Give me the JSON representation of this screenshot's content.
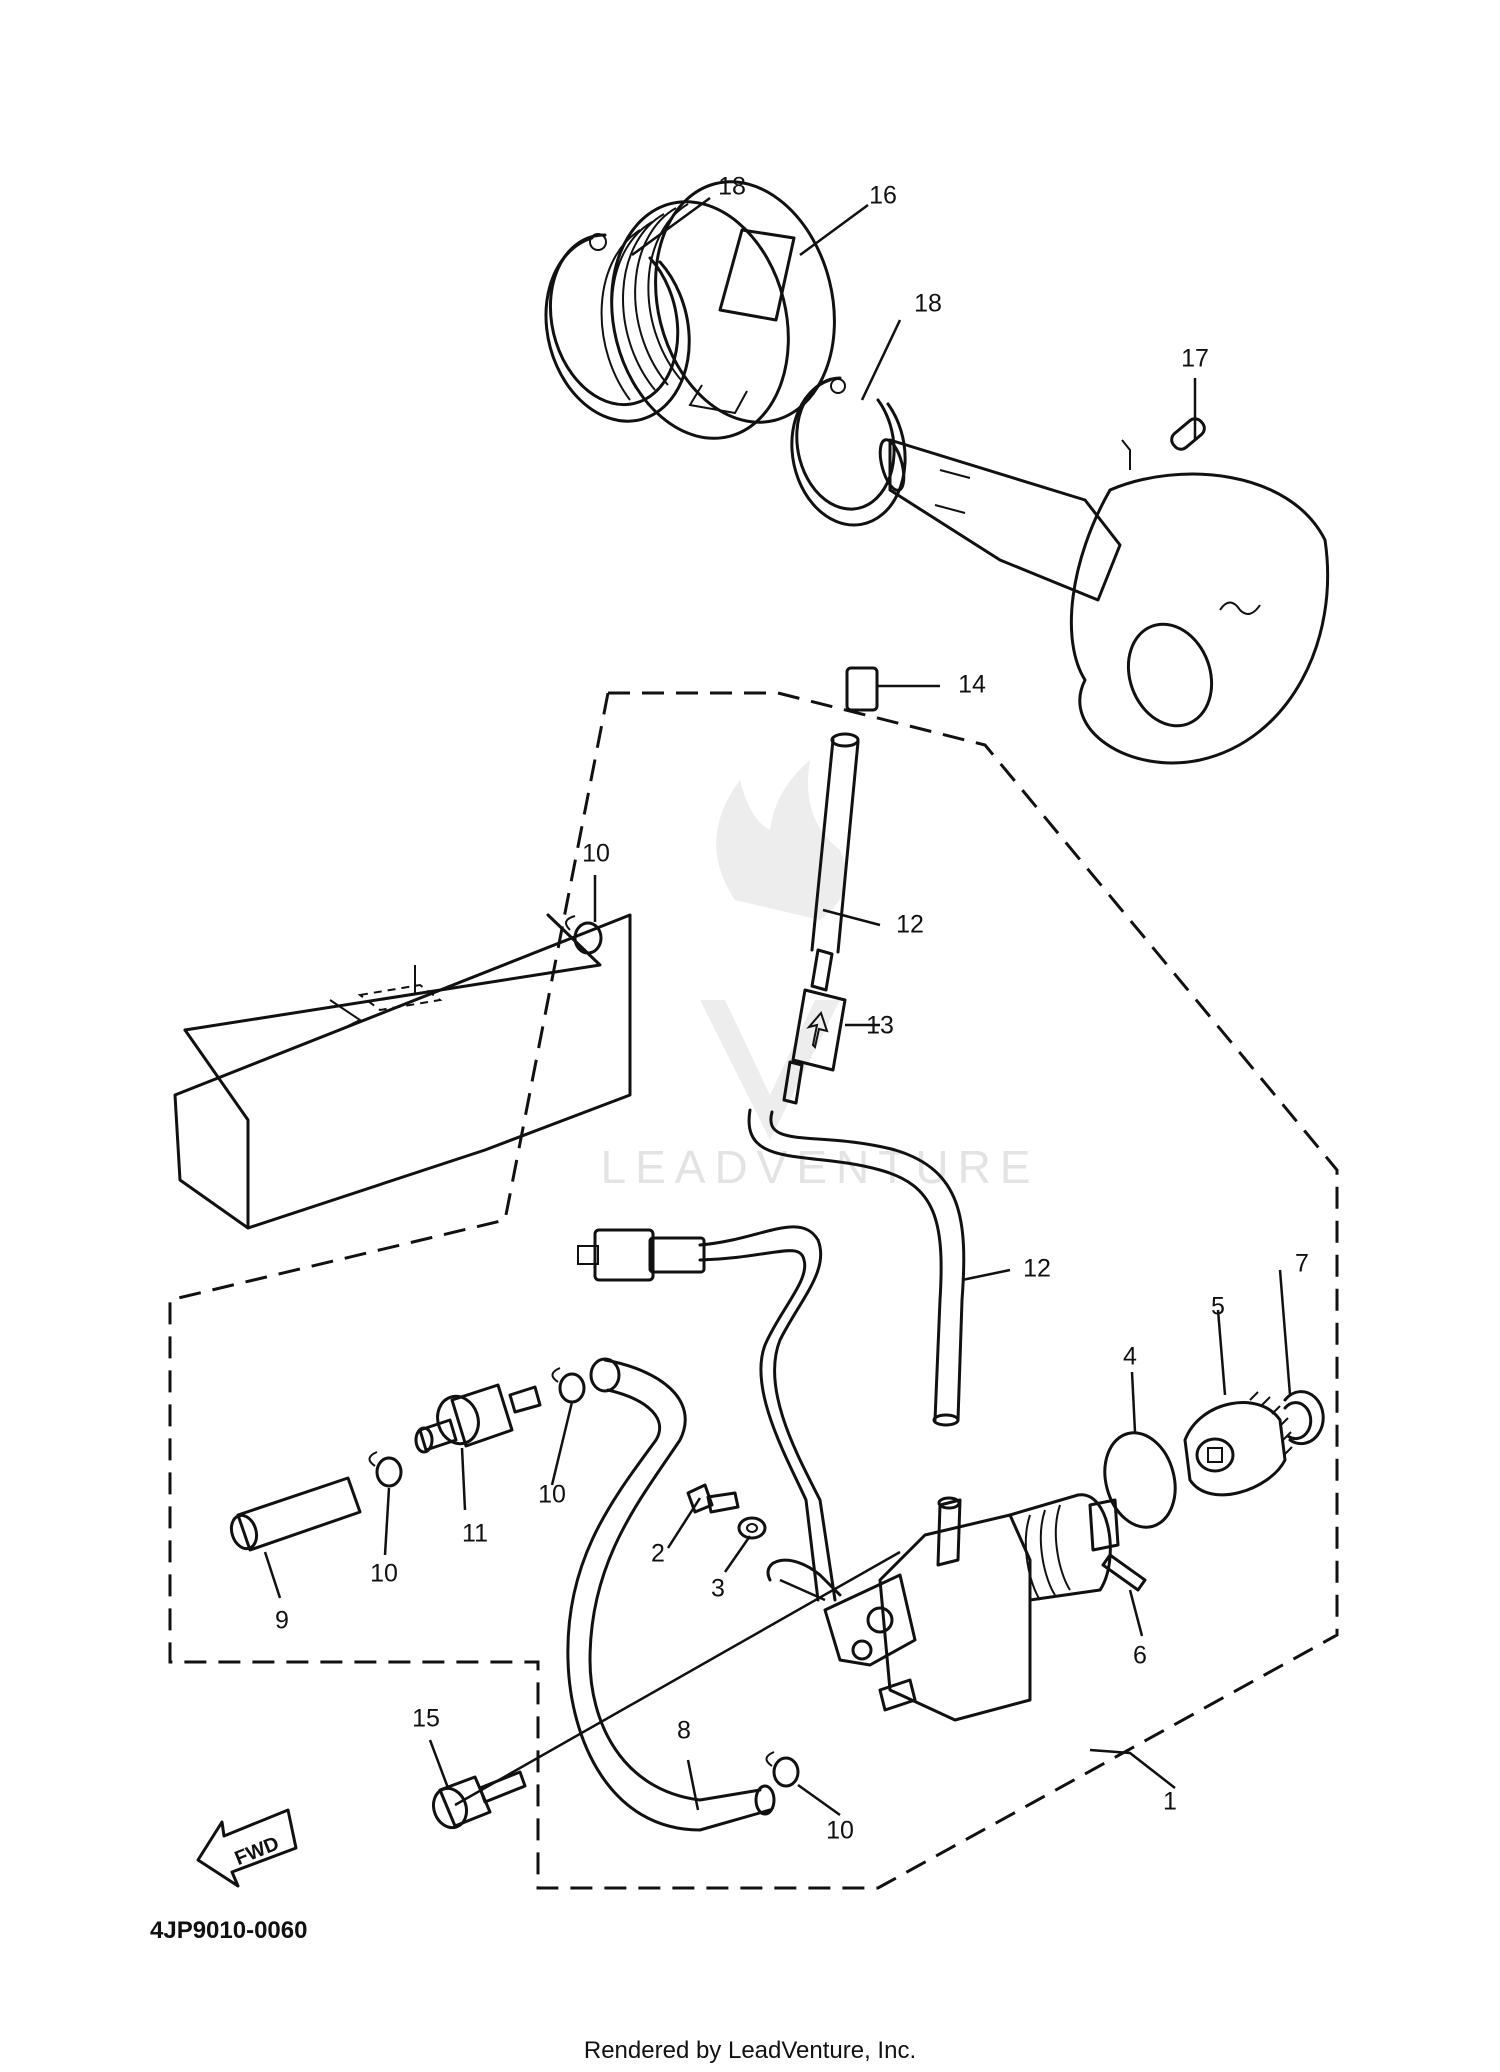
{
  "diagram_code": "4JP9010-0060",
  "footer_text": "Rendered by LeadVenture, Inc.",
  "watermark_text": "LEADVENTURE",
  "direction_label": "FWD",
  "callouts": {
    "p1": "1",
    "p2": "2",
    "p3": "3",
    "p4": "4",
    "p5": "5",
    "p6": "6",
    "p7": "7",
    "p8": "8",
    "p9": "9",
    "p10a": "10",
    "p10b": "10",
    "p10c": "10",
    "p10d": "10",
    "p11": "11",
    "p12a": "12",
    "p12b": "12",
    "p13": "13",
    "p14": "14",
    "p15": "15",
    "p16": "16",
    "p17": "17",
    "p18a": "18",
    "p18b": "18"
  },
  "colors": {
    "line": "#111111",
    "background": "#ffffff",
    "watermark": "#e3e3e3"
  }
}
